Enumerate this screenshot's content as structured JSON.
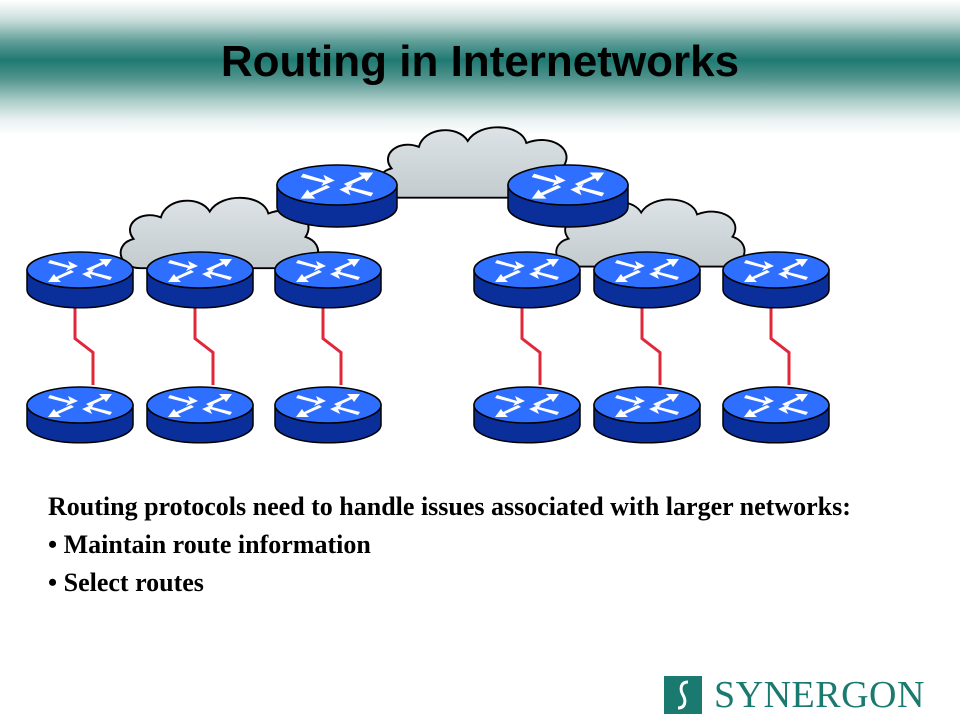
{
  "slide": {
    "title": "Routing in Internetworks",
    "body_line1": "Routing protocols need to handle issues associated with larger networks:",
    "bullets": [
      "Maintain route information",
      "Select routes"
    ],
    "bullet_symbol": "•"
  },
  "logo": {
    "text": "SYNERGON"
  },
  "colors": {
    "router_top": "#2f6fff",
    "router_side": "#0a2f9a",
    "cloud": "#cfd6d9",
    "link": "#e0283a",
    "brand": "#1a7a70"
  },
  "diagram": {
    "routers": [
      {
        "id": "core-1",
        "tier": "core"
      },
      {
        "id": "core-2",
        "tier": "core"
      },
      {
        "id": "dist-1",
        "tier": "distribution"
      },
      {
        "id": "dist-2",
        "tier": "distribution"
      },
      {
        "id": "dist-3",
        "tier": "distribution"
      },
      {
        "id": "dist-4",
        "tier": "distribution"
      },
      {
        "id": "dist-5",
        "tier": "distribution"
      },
      {
        "id": "dist-6",
        "tier": "distribution"
      },
      {
        "id": "access-1",
        "tier": "access"
      },
      {
        "id": "access-2",
        "tier": "access"
      },
      {
        "id": "access-3",
        "tier": "access"
      },
      {
        "id": "access-4",
        "tier": "access"
      },
      {
        "id": "access-5",
        "tier": "access"
      },
      {
        "id": "access-6",
        "tier": "access"
      }
    ],
    "clouds": [
      {
        "id": "cloud-left"
      },
      {
        "id": "cloud-center"
      },
      {
        "id": "cloud-right"
      }
    ],
    "links": [
      {
        "from": "dist-1",
        "to": "access-1",
        "type": "serial"
      },
      {
        "from": "dist-2",
        "to": "access-2",
        "type": "serial"
      },
      {
        "from": "dist-3",
        "to": "access-3",
        "type": "serial"
      },
      {
        "from": "dist-4",
        "to": "access-4",
        "type": "serial"
      },
      {
        "from": "dist-5",
        "to": "access-5",
        "type": "serial"
      },
      {
        "from": "dist-6",
        "to": "access-6",
        "type": "serial"
      }
    ]
  }
}
